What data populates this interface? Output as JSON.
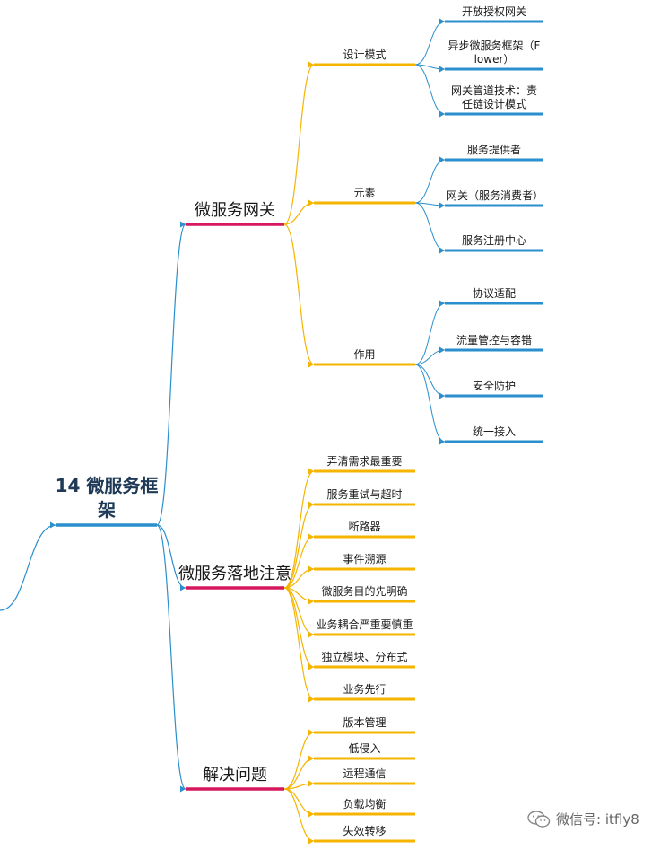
{
  "root": {
    "label": "14 微服务框架"
  },
  "branches": [
    {
      "label": "微服务网关",
      "children": [
        {
          "label": "设计模式",
          "children": [
            "开放授权网关",
            "异步微服务框架（Flower）",
            "网关管道技术：责任链设计模式"
          ]
        },
        {
          "label": "元素",
          "children": [
            "服务提供者",
            "网关（服务消费者）",
            "服务注册中心"
          ]
        },
        {
          "label": "作用",
          "children": [
            "协议适配",
            "流量管控与容错",
            "安全防护",
            "统一接入"
          ]
        }
      ]
    },
    {
      "label": "微服务落地注意",
      "children": [
        "弄清需求最重要",
        "服务重试与超时",
        "断路器",
        "事件溯源",
        "微服务目的先明确",
        "业务耦合严重要慎重",
        "独立模块、分布式",
        "业务先行"
      ]
    },
    {
      "label": "解决问题",
      "children": [
        "版本管理",
        "低侵入",
        "远程通信",
        "负载均衡",
        "失效转移"
      ]
    }
  ],
  "watermark": {
    "text": "微信号: itfly8",
    "icon": "wechat-icon"
  },
  "colors": {
    "blue": "#2a8fcc",
    "magenta": "#d6195f",
    "yellow": "#f5b400"
  }
}
